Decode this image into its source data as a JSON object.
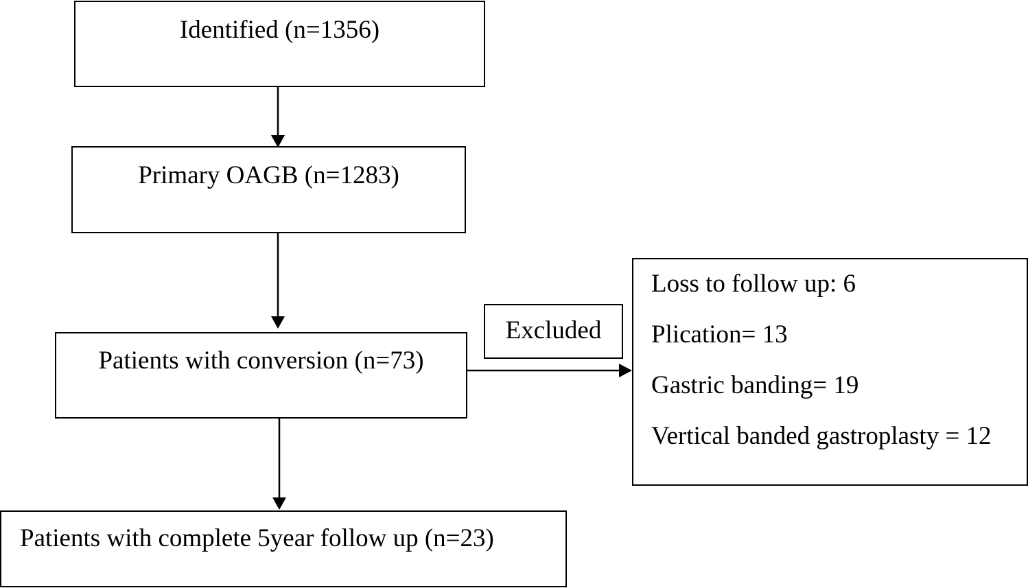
{
  "flowchart": {
    "identified": "Identified (n=1356)",
    "primary": "Primary OAGB (n=1283)",
    "conversion": "Patients with conversion (n=73)",
    "followup": "Patients with complete 5year follow up (n=23)",
    "excluded_label": "Excluded",
    "excluded_reasons": [
      "Loss to follow up: 6",
      "Plication= 13",
      "Gastric banding= 19",
      "Vertical banded gastroplasty = 12"
    ]
  }
}
